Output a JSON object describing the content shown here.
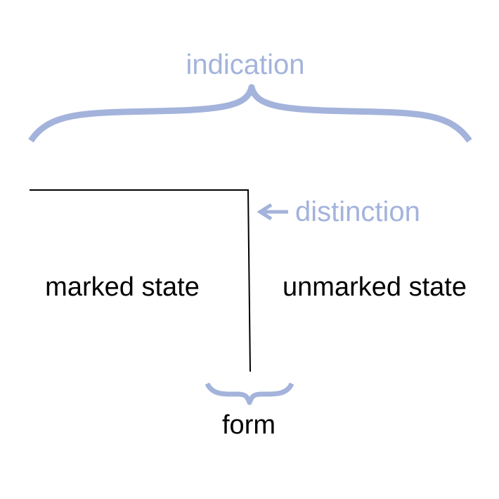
{
  "labels": {
    "indication": "indication",
    "distinction": "distinction",
    "marked_state": "marked state",
    "unmarked_state": "unmarked state",
    "form": "form"
  },
  "colors": {
    "accent": "#a3b3db",
    "ink": "#000000",
    "background": "#ffffff"
  }
}
